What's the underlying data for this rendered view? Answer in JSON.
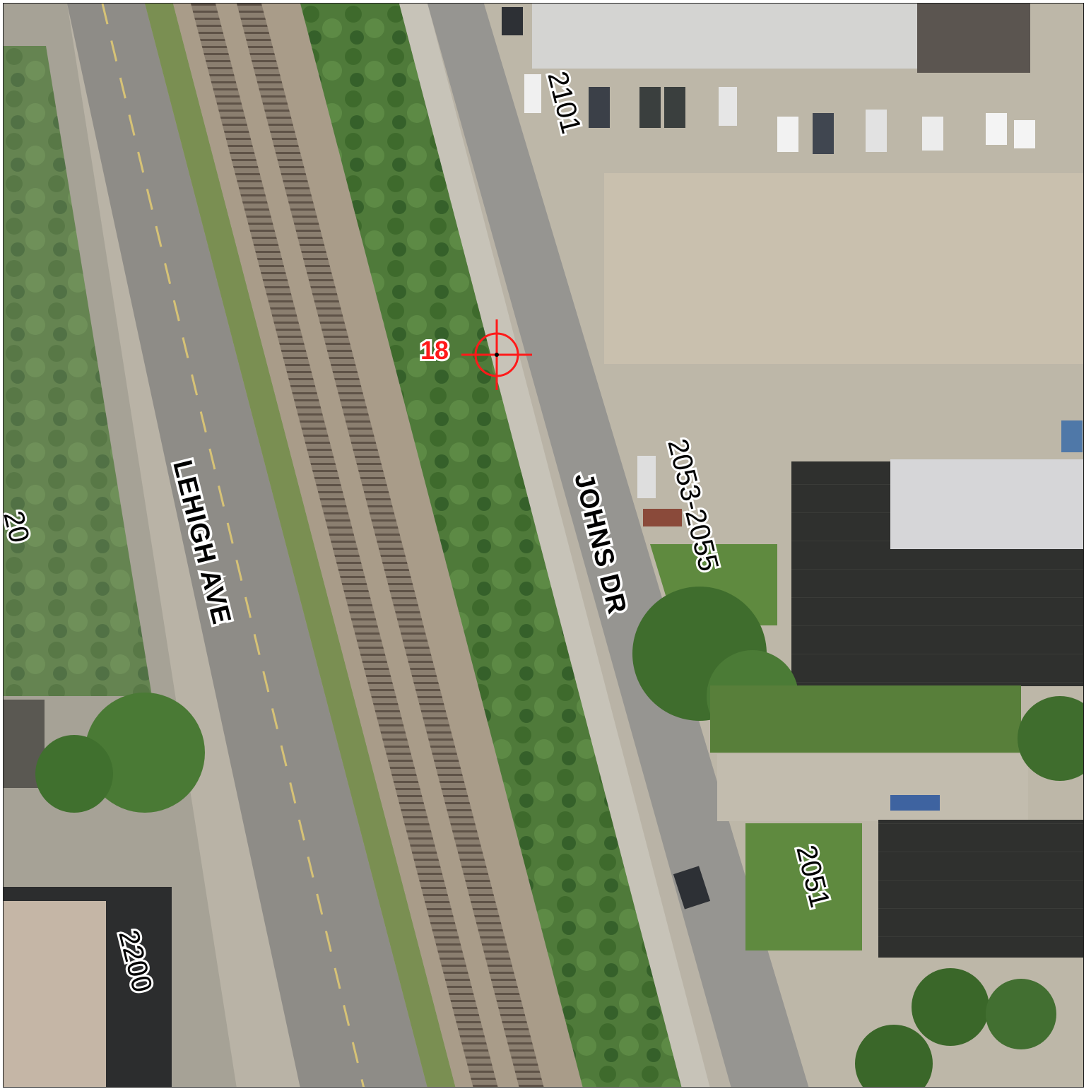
{
  "map": {
    "roads": {
      "lehigh": "LEHIGH AVE",
      "johns": "JOHNS DR"
    },
    "addresses": {
      "a2101": "2101",
      "a2053": "2053-2055",
      "a2051": "2051",
      "a2200": "2200",
      "edge_partial": "20"
    },
    "marker": {
      "label": "18",
      "color": "#ff1a1a"
    }
  }
}
